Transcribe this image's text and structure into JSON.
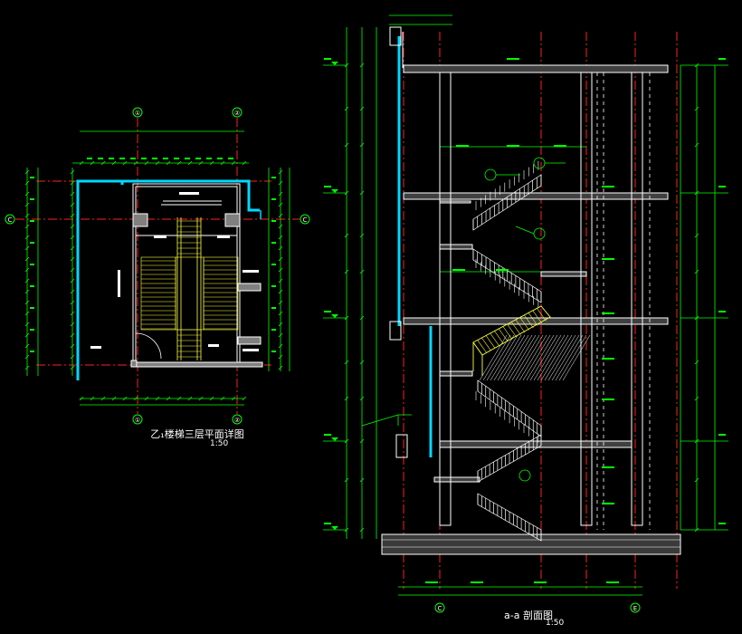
{
  "plan": {
    "title": "乙₁楼梯三层平面详图",
    "scale": "1:50",
    "axes": {
      "top_left": "①",
      "top_right": "②",
      "bottom_left": "①",
      "bottom_right": "②",
      "left": "C",
      "right": "C"
    }
  },
  "section": {
    "title": "a-a 剖面图",
    "scale": "1:50",
    "axes": {
      "bottom_left": "C",
      "bottom_right": "E"
    }
  },
  "colors": {
    "background": "#000000",
    "wall": "#ffffff",
    "dimension": "#00ff00",
    "axis_line": "#ff2020",
    "glass": "#00d8ff",
    "hatch": "#ffff40",
    "section_fill": "#808080"
  }
}
